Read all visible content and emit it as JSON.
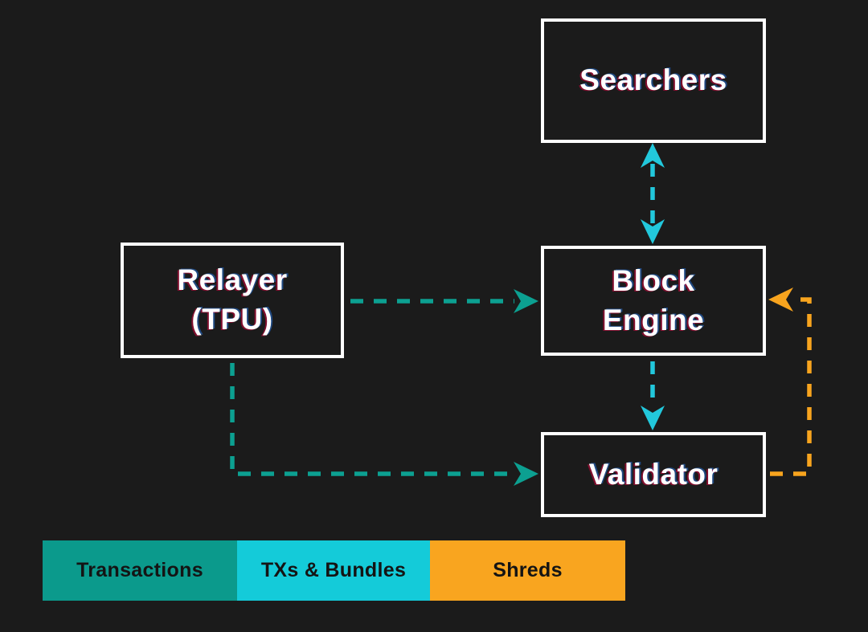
{
  "background_color": "#1B1B1B",
  "colors": {
    "teal": "#0CA091",
    "cyan": "#22C8DC",
    "orange": "#F8A41E",
    "box_border": "#FFFFFF",
    "box_text": "#FFFFFF",
    "legend_text": "#141414"
  },
  "nodes": {
    "searchers": {
      "label": "Searchers"
    },
    "relayer": {
      "label_line1": "Relayer",
      "label_line2": "(TPU)"
    },
    "block_engine": {
      "label_line1": "Block",
      "label_line2": "Engine"
    },
    "validator": {
      "label": "Validator"
    }
  },
  "edges": [
    {
      "from": "Searchers",
      "to": "Block Engine",
      "direction": "bidirectional",
      "style": "dashed",
      "carries": "TXs & Bundles",
      "color": "#22C8DC"
    },
    {
      "from": "Relayer (TPU)",
      "to": "Block Engine",
      "direction": "one-way",
      "style": "dashed",
      "carries": "Transactions",
      "color": "#0CA091"
    },
    {
      "from": "Relayer (TPU)",
      "to": "Validator",
      "direction": "one-way",
      "style": "dashed",
      "carries": "Transactions",
      "color": "#0CA091"
    },
    {
      "from": "Block Engine",
      "to": "Validator",
      "direction": "one-way",
      "style": "dashed",
      "carries": "TXs & Bundles",
      "color": "#22C8DC"
    },
    {
      "from": "Validator",
      "to": "Block Engine",
      "direction": "one-way",
      "style": "dashed",
      "carries": "Shreds",
      "color": "#F8A41E"
    }
  ],
  "legend": {
    "items": [
      {
        "label": "Transactions",
        "color": "#0B9A8C"
      },
      {
        "label": "TXs & Bundles",
        "color": "#14CBD9"
      },
      {
        "label": "Shreds",
        "color": "#F9A51F"
      }
    ]
  }
}
